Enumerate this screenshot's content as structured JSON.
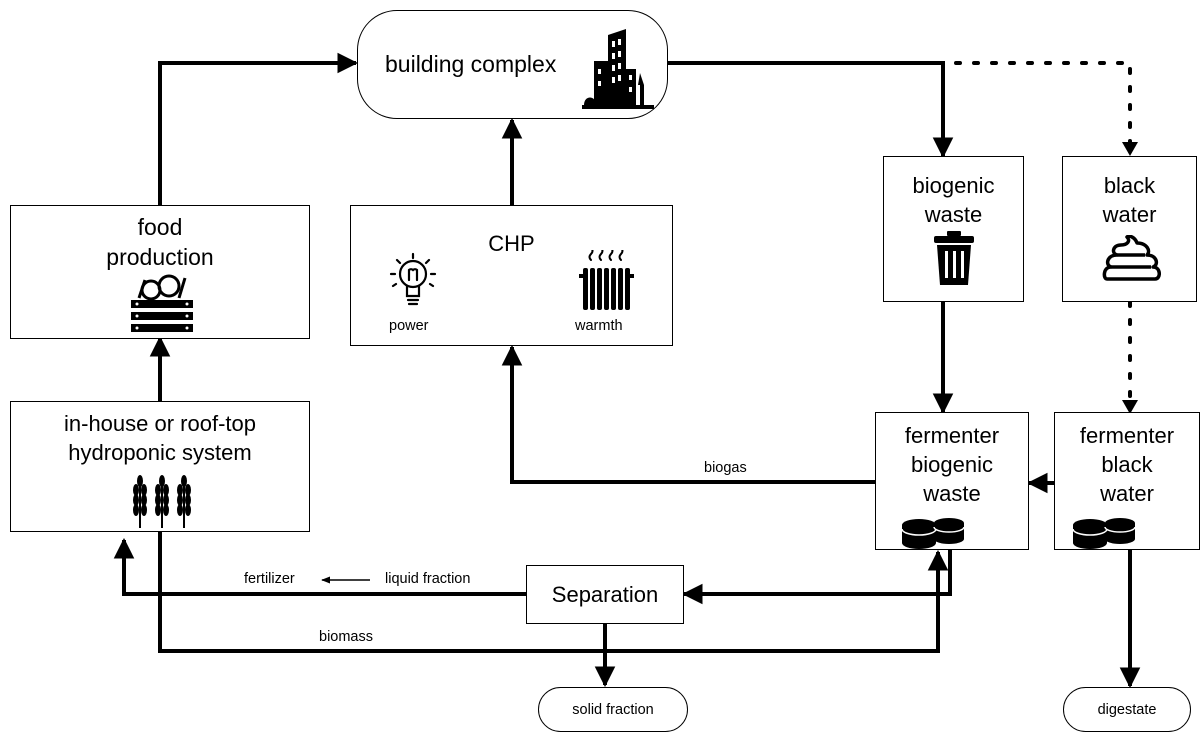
{
  "nodes": {
    "building": {
      "label": "building complex",
      "icon": "city-buildings-icon"
    },
    "food": {
      "line1": "food",
      "line2": "production",
      "icon": "vegetable-crate-icon"
    },
    "chp": {
      "label": "CHP",
      "power_label": "power",
      "warmth_label": "warmth",
      "power_icon": "light-bulb-icon",
      "warmth_icon": "radiator-icon"
    },
    "biogenic_waste": {
      "line1": "biogenic",
      "line2": "waste",
      "icon": "trash-bin-icon"
    },
    "black_water": {
      "line1": "black",
      "line2": "water",
      "icon": "poop-icon"
    },
    "hydroponic": {
      "line1": "in-house or roof-top",
      "line2": "hydroponic system",
      "icon": "wheat-icon"
    },
    "fermenter_bio": {
      "line1": "fermenter",
      "line2": "biogenic",
      "line3": "waste",
      "icon": "storage-tanks-icon"
    },
    "fermenter_black": {
      "line1": "fermenter",
      "line2": "black",
      "line3": "water",
      "icon": "storage-tanks-icon"
    },
    "separation": {
      "label": "Separation"
    },
    "solid_fraction": {
      "label": "solid fraction"
    },
    "digestate": {
      "label": "digestate"
    }
  },
  "edge_labels": {
    "biogas": "biogas",
    "fertilizer": "fertilizer",
    "liquid_fraction": "liquid fraction",
    "biomass": "biomass"
  }
}
